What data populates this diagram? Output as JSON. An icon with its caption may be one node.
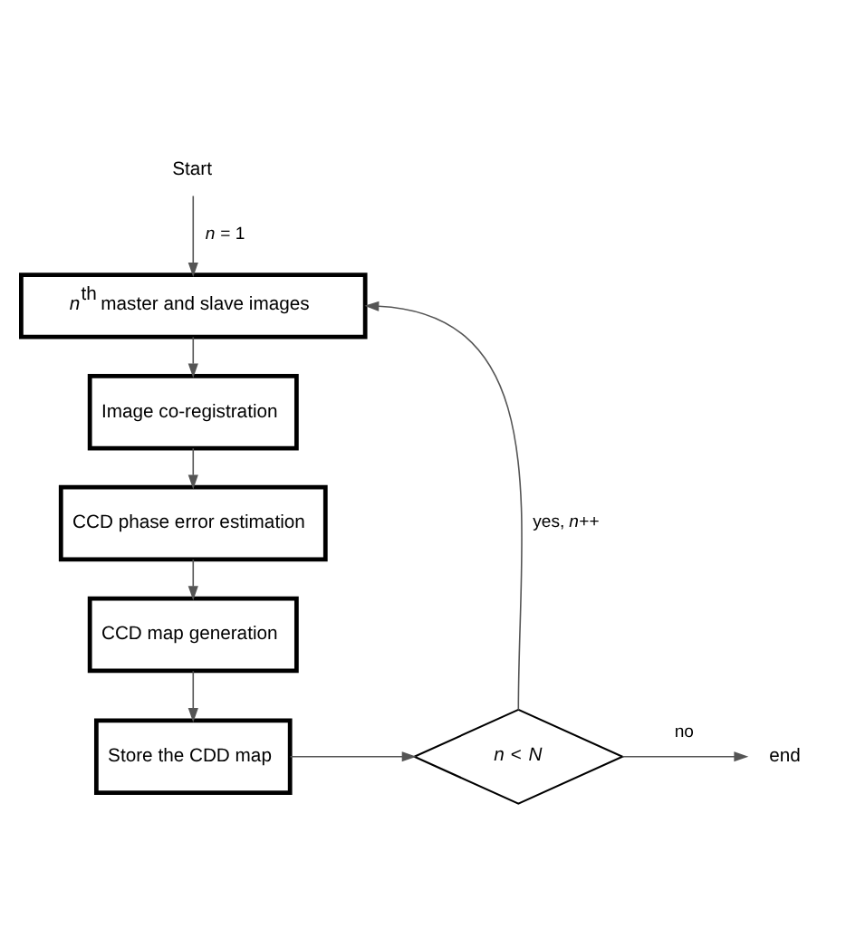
{
  "diagram": {
    "nodes": [
      {
        "text": [
          "Start"
        ]
      },
      {
        "text": [
          "*n*$^{th}$ master and slave images"
        ]
      },
      {
        "text": [
          "Image co-registration"
        ]
      },
      {
        "text": [
          "CCD phase error estimation"
        ]
      },
      {
        "text": [
          "CCD map generation"
        ]
      },
      {
        "text": [
          "Store the CDD map"
        ]
      },
      {
        "text": [
          "*n* < *N*"
        ]
      },
      {
        "text": [
          "end"
        ]
      }
    ],
    "edges": [
      {
        "from": 0,
        "to": 1,
        "arrow": "to",
        "label": "*n* = 1"
      },
      {
        "from": 1,
        "to": 2,
        "arrow": "to"
      },
      {
        "from": 2,
        "to": 3,
        "arrow": "to"
      },
      {
        "from": 3,
        "to": 4,
        "arrow": "to"
      },
      {
        "from": 4,
        "to": 5,
        "arrow": "to"
      },
      {
        "from": 5,
        "to": 6,
        "arrow": "to"
      },
      {
        "from": 6,
        "to": 1,
        "arrow": "to",
        "label": "yes, *n*++"
      },
      {
        "from": 6,
        "to": 7,
        "arrow": "to",
        "label": "no"
      }
    ]
  }
}
